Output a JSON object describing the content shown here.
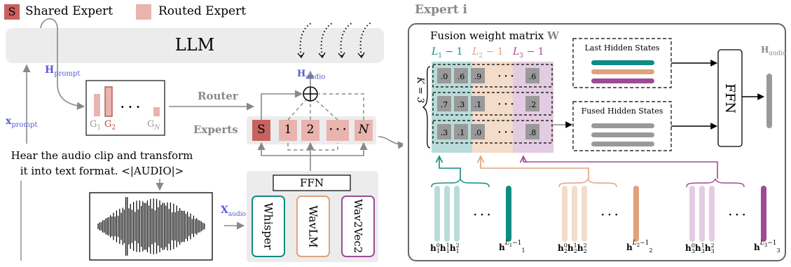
{
  "legend": {
    "shared_letter": "S",
    "shared_label": "Shared Expert",
    "routed_label": "Routed Expert"
  },
  "llm_label": "LLM",
  "left": {
    "h_prompt": "H",
    "h_prompt_sub": "prompt",
    "x_prompt": "x",
    "x_prompt_sub": "prompt",
    "h_audio": "H",
    "h_audio_sub": "audio",
    "x_audio": "X",
    "x_audio_sub": "audio",
    "gate_labels": [
      "G",
      "G",
      "G"
    ],
    "gate_subs": [
      "1",
      "2",
      "N"
    ],
    "gate_ellipsis": "· · ·",
    "router_label": "Router",
    "experts_label": "Experts",
    "expert_boxes": [
      "S",
      "1",
      "2",
      "· · ·",
      "N"
    ],
    "prompt_text_line1": "Hear the audio clip and transform",
    "prompt_text_line2": "it into text format. <|AUDIO|>",
    "ffn_label": "FFN",
    "encoders": [
      "Whisper",
      "WavLM",
      "Wav2Vec2"
    ]
  },
  "right": {
    "title": "Expert i",
    "fusion_title": "Fusion weight matrix",
    "fusion_symbol": "W",
    "col_headers": [
      {
        "base": "L",
        "sub": "1",
        "tail": " − 1",
        "color": "#0f8c84"
      },
      {
        "base": "L",
        "sub": "2",
        "tail": " − 1",
        "color": "#e0a27a"
      },
      {
        "base": "L",
        "sub": "3",
        "tail": " − 1",
        "color": "#9d4b94"
      }
    ],
    "k_label": "K = 3",
    "weight_rows": [
      [
        ".0",
        ".6",
        ".9",
        "· · ·",
        ".6"
      ],
      [
        ".7",
        ".3",
        ".1",
        "· · ·",
        ".2"
      ],
      [
        ".3",
        ".1",
        ".0",
        "· · ·",
        ".8"
      ]
    ],
    "last_hidden_label": "Last Hidden States",
    "fused_hidden_label": "Fused Hidden States",
    "ffn_label": "FFN",
    "h_audio": "H",
    "h_audio_sub": "audio",
    "groups": [
      {
        "color": "#0f8c84",
        "light": "#b9dcda",
        "labels": [
          "h",
          "h",
          "h"
        ],
        "sups": [
          "0",
          "1",
          "2"
        ],
        "sub": "1",
        "last_sup": "L",
        "last_sup_sub": "1",
        "last_tail": "−1"
      },
      {
        "color": "#e0a27a",
        "light": "#f3dcc9",
        "labels": [
          "h",
          "h",
          "h"
        ],
        "sups": [
          "0",
          "1",
          "2"
        ],
        "sub": "2",
        "last_sup": "L",
        "last_sup_sub": "2",
        "last_tail": "−1"
      },
      {
        "color": "#9d4b94",
        "light": "#e3cce1",
        "labels": [
          "h",
          "h",
          "h"
        ],
        "sups": [
          "0",
          "1",
          "2"
        ],
        "sub": "3",
        "last_sup": "L",
        "last_sup_sub": "3",
        "last_tail": "−1"
      }
    ],
    "group_ellipsis": "· · ·"
  },
  "colors": {
    "shared": "#c8625e",
    "routed": "#e9b3ae",
    "panel_gray": "#ececec",
    "blue_label": "#5b5bd6",
    "teal": "#0f8c84",
    "orange": "#e0a27a",
    "purple": "#9d4b94"
  }
}
